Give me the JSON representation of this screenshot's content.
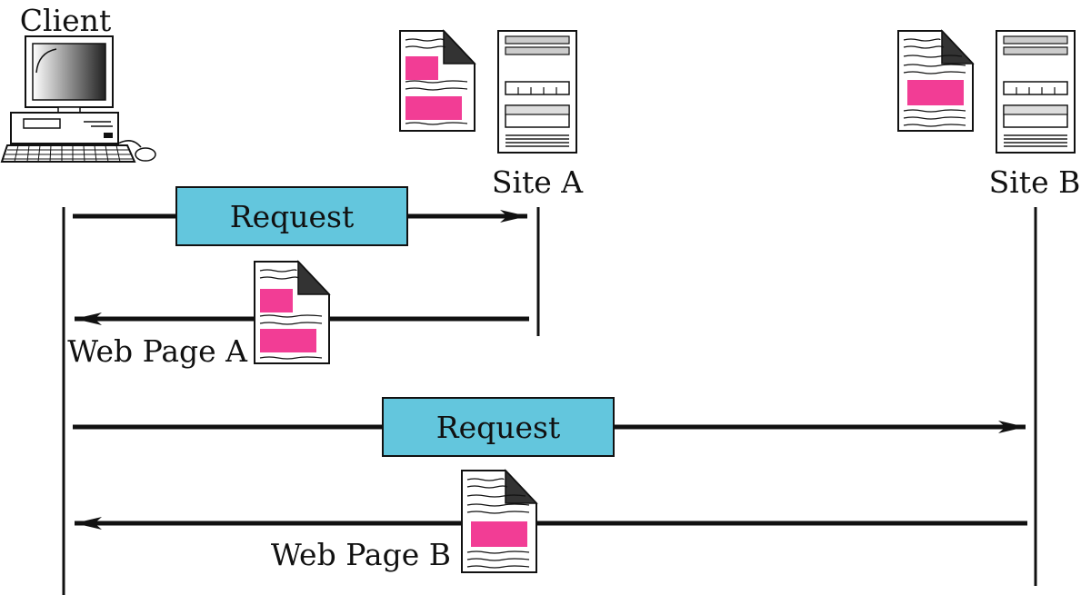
{
  "labels": {
    "client": "Client",
    "site_a": "Site A",
    "site_b": "Site B",
    "request_1": "Request",
    "request_2": "Request",
    "web_page_a": "Web Page A",
    "web_page_b": "Web Page B"
  },
  "colors": {
    "request_box": "#63c6dd",
    "highlight": "#f23d95",
    "line": "#111111"
  }
}
